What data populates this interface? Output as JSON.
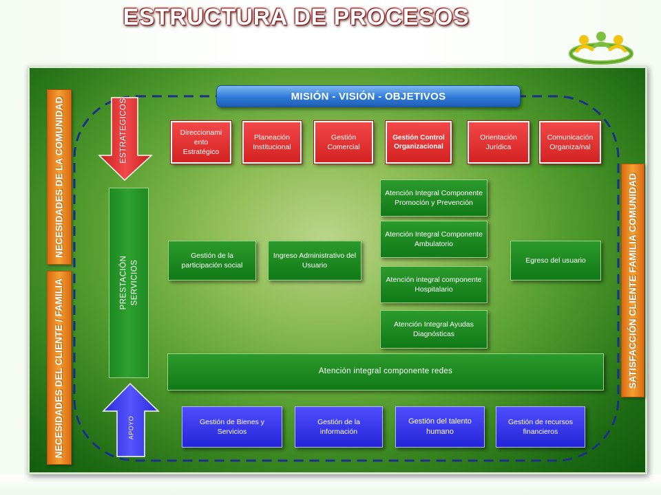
{
  "title": "ESTRUCTURA DE PROCESOS",
  "banner": "MISIÓN - VISIÓN - OBJETIVOS",
  "side_labels": {
    "left_top": "NECESIDADES DE LA COMUNIDAD",
    "left_bottom": "NECESIDADES DEL CLIENTE / FAMILIA",
    "right": "SATISFACCIÓN CLIENTE FAMILIA COMUNIDAD"
  },
  "arrows": {
    "strategic": "ESTRATEGICOS",
    "support": "APOYO"
  },
  "service_bar": {
    "line1": "PRESTACIÓN",
    "line2": "SERVICIOS"
  },
  "strategic_processes": [
    "Direccionami ento Estratégico",
    "Planeación Institucional",
    "Gestión Comercial",
    "Gestión Control Organizacional",
    "Orientación Jurídica",
    "Comunicación Organiza/nal"
  ],
  "service_processes": {
    "participation": "Gestión de la participación social",
    "admission": "Ingreso Administrativo del Usuario",
    "promotion": "Atención Integral Componente Promoción y Prevención",
    "ambulatory": "Atención Integral Componente Ambulatorio",
    "hospital": "Atención integral componente Hospitalario",
    "diagnostics": "Atención Integral Ayudas Diagnósticas",
    "discharge": "Egreso del usuario",
    "networks": "Atención integral componente redes"
  },
  "support_processes": [
    "Gestión de Bienes y Servicios",
    "Gestión de la información",
    "Gestión del talento humano",
    "Gestión de recursos financieros"
  ],
  "colors": {
    "strategic": "#e02b2b",
    "service": "#1a8a1f",
    "support": "#3333ee",
    "banner": "#2e7ad8",
    "side_label": "#f08a1e"
  }
}
